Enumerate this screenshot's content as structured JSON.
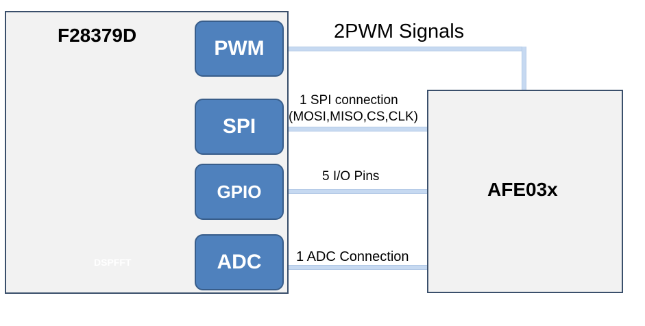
{
  "mcu": {
    "title": "F28379D",
    "watermark": "DSPFFT",
    "ports": {
      "pwm": "PWM",
      "spi": "SPI",
      "gpio": "GPIO",
      "adc": "ADC"
    }
  },
  "afe": {
    "title": "AFE03x"
  },
  "connections": {
    "pwm": "2PWM Signals",
    "spi_line1": "1 SPI connection",
    "spi_line2": "(MOSI,MISO,CS,CLK)",
    "gpio": "5 I/O Pins",
    "adc": "1 ADC Connection"
  },
  "colors": {
    "port_fill": "#4f81bd",
    "port_border": "#385d8a",
    "chip_fill": "#f2f2f2",
    "chip_border": "#3a4f6b",
    "wire": "#c6d9f1"
  }
}
